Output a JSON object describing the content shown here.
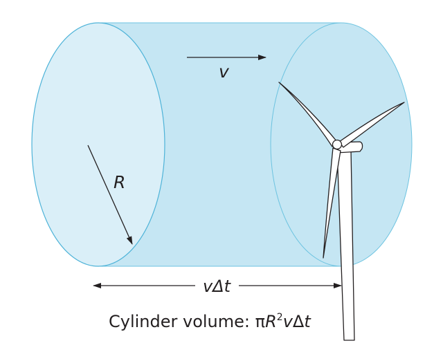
{
  "diagram": {
    "velocity_label": "v",
    "radius_label": "R",
    "length_label": "vΔt",
    "caption": {
      "prefix": "Cylinder volume: ",
      "pi": "π",
      "r": "R",
      "exponent": "2",
      "v": "v",
      "delta": "Δ",
      "t": "t"
    }
  },
  "colors": {
    "cylinder_fill": "#c5e6f3",
    "left_face_fill": "#daeff8",
    "edge_stroke": "#6cc3e0",
    "ink": "#231f20"
  }
}
